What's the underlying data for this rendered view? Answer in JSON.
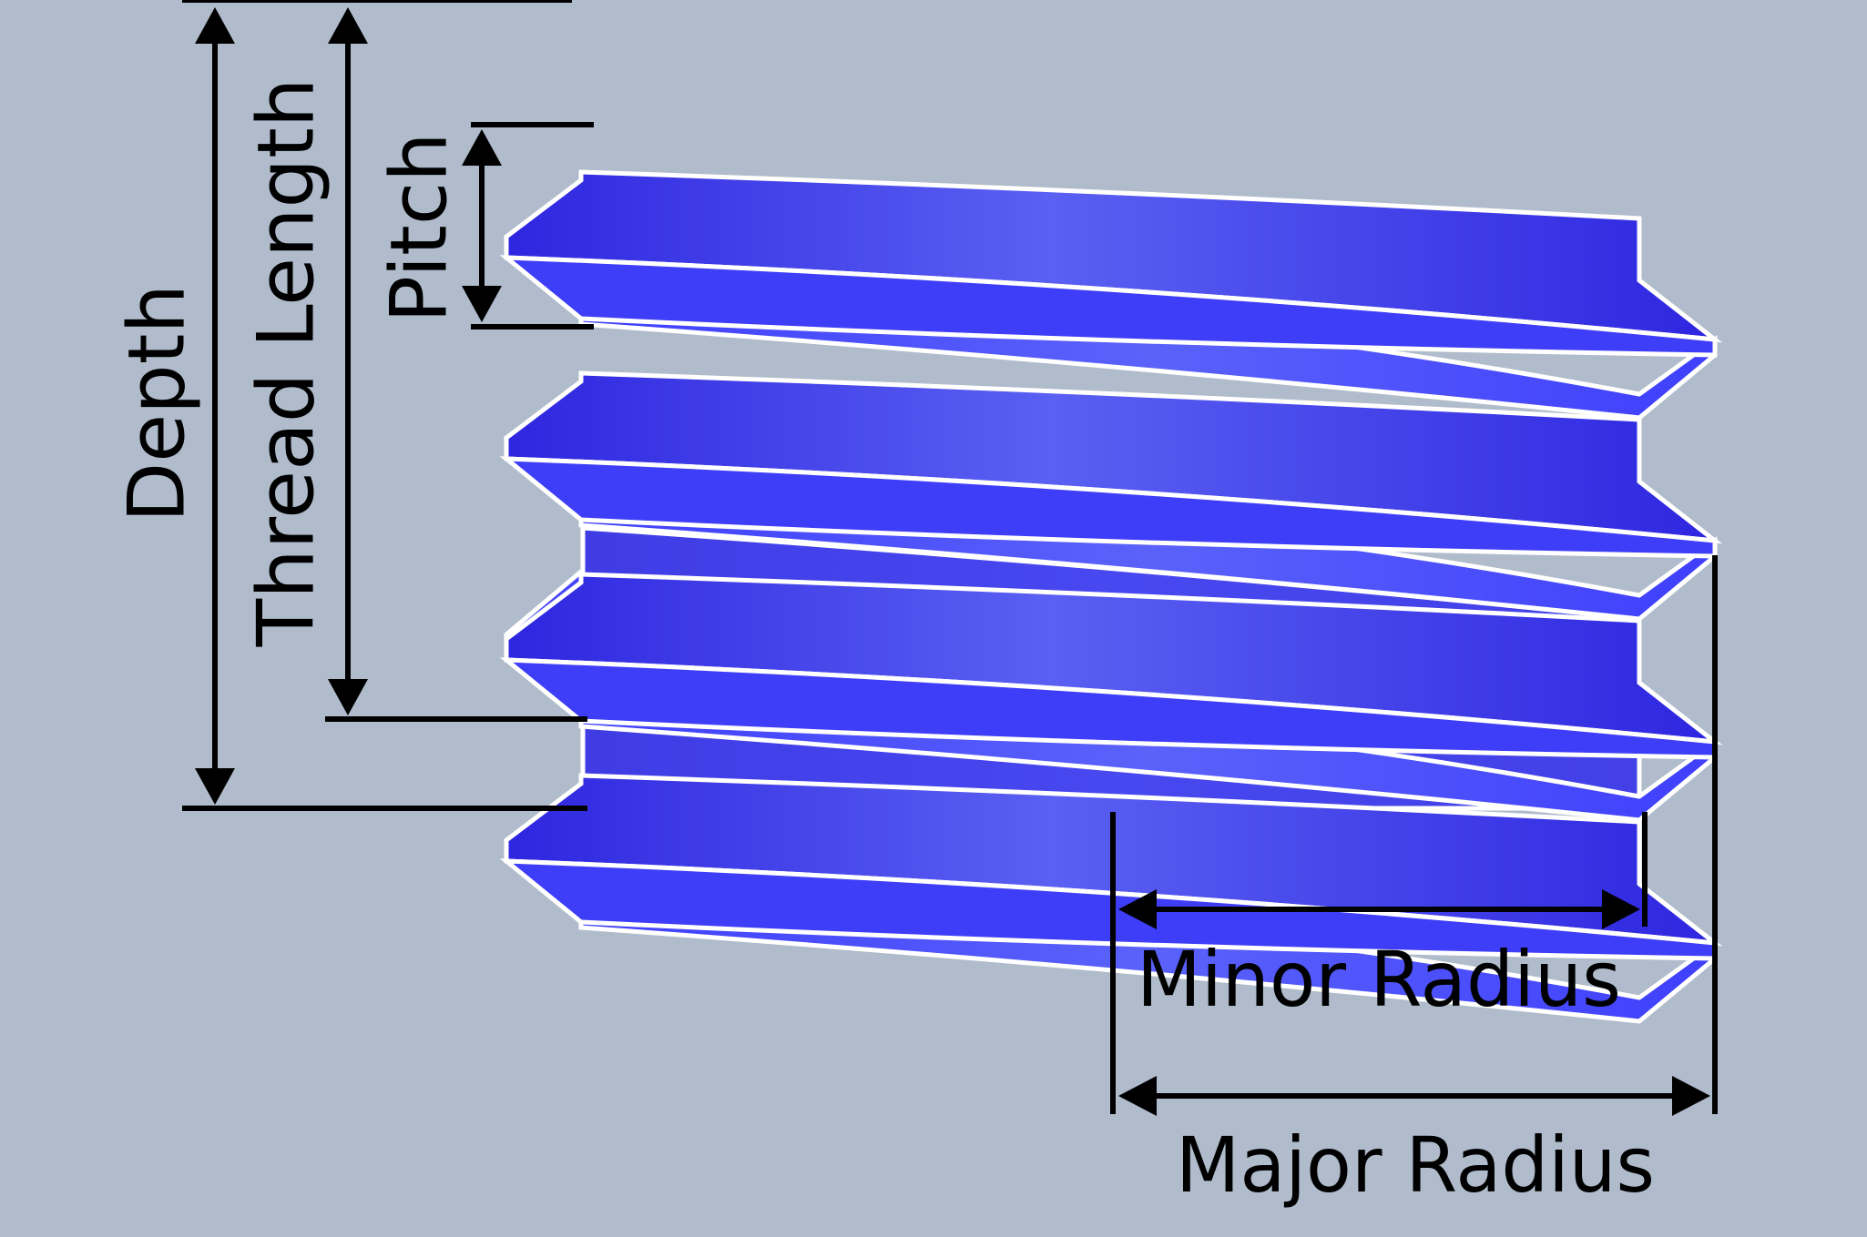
{
  "diagram": {
    "labels": {
      "depth": "Depth",
      "thread_length": "Thread Length",
      "pitch": "Pitch",
      "minor_radius": "Minor Radius",
      "major_radius": "Major Radius"
    },
    "colors": {
      "background": "#b0bccb",
      "thread_dark": "#2e26e0",
      "thread_mid": "#5a62f4",
      "thread_light": "#4040fc",
      "body_fill": "#4644ea",
      "outline": "#ffffff",
      "dimension_line": "#000000"
    }
  }
}
